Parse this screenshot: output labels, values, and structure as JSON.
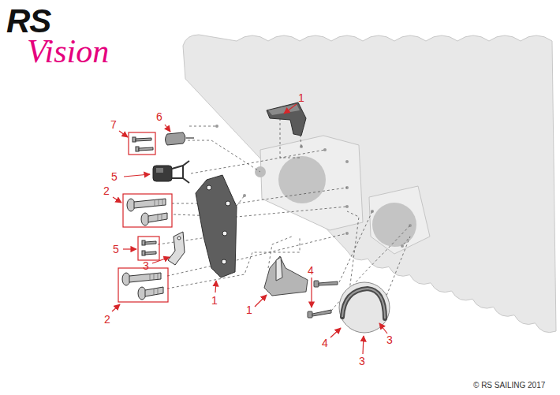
{
  "diagram": {
    "labels": [
      "RS",
      "Vision",
      "1",
      "7",
      "6",
      "5",
      "2",
      "5",
      "3",
      "1",
      "2",
      "1",
      "4",
      "4",
      "3",
      "3",
      "© RS SAILING 2017"
    ]
  }
}
